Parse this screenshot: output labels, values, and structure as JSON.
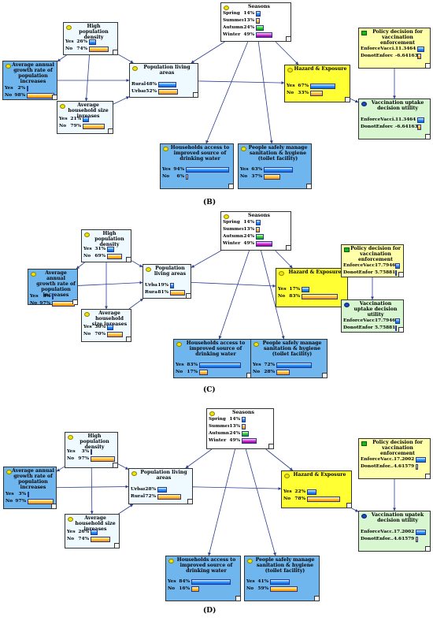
{
  "panels": [
    {
      "label": "(B)",
      "nodes": [
        {
          "id": "hpd",
          "title": "High population density",
          "bg": "#eefaff",
          "dot": "yellow",
          "states": [
            {
              "l": "Yes",
              "v": "26%",
              "f": 0.26
            },
            {
              "l": "No",
              "v": "74%",
              "f": 0.74
            }
          ]
        },
        {
          "id": "agr",
          "title": "Average annual growth rate of population increases",
          "bg": "#6fb6ee",
          "dot": "yellow",
          "states": [
            {
              "l": "Yes",
              "v": "2%",
              "f": 0.02
            },
            {
              "l": "No",
              "v": "98%",
              "f": 0.98
            }
          ]
        },
        {
          "id": "ahs",
          "title": "Average household size inreases",
          "bg": "#eefaff",
          "dot": "yellow",
          "states": [
            {
              "l": "Yes",
              "v": "21%",
              "f": 0.21
            },
            {
              "l": "No",
              "v": "79%",
              "f": 0.79
            }
          ]
        },
        {
          "id": "pla",
          "title": "Population living areas",
          "bg": "#eefaff",
          "dot": "yellow",
          "states": [
            {
              "l": "Rural",
              "v": "48%",
              "f": 0.48
            },
            {
              "l": "Urban",
              "v": "52%",
              "f": 0.52
            }
          ]
        },
        {
          "id": "sea",
          "title": "Seasons",
          "bg": "#ffffff",
          "dot": "yellow",
          "states": [
            {
              "l": "Spring",
              "v": "14%",
              "f": 0.14
            },
            {
              "l": "Summer",
              "v": "13%",
              "f": 0.13
            },
            {
              "l": "Autumn",
              "v": "24%",
              "f": 0.24
            },
            {
              "l": "Winter",
              "v": "49%",
              "f": 0.49
            }
          ]
        },
        {
          "id": "haz",
          "title": "Hazard & Exposure",
          "bg": "#ffff33",
          "dot": "yellow",
          "states": [
            {
              "l": "Yes",
              "v": "67%",
              "f": 0.67
            },
            {
              "l": "No",
              "v": "33%",
              "f": 0.33
            }
          ]
        },
        {
          "id": "pol",
          "title": "Policy decision for vaccination enforcement",
          "bg": "#ffffaa",
          "dot": "square",
          "states": [
            {
              "l": "EnforceVacci...",
              "v": "11.3464",
              "f": 0.64
            },
            {
              "l": "DonotEnforc ...",
              "v": "-6.64163",
              "f": 0.36
            }
          ]
        },
        {
          "id": "vac",
          "title": "Vaccination uptake decision utility",
          "bg": "#d8f7d0",
          "dot": "blue",
          "states": [
            {
              "l": "EnforceVacci...",
              "v": "11.3464",
              "f": 0.64
            },
            {
              "l": "DonotEnforc ...",
              "v": "-6.64163",
              "f": 0.36
            }
          ]
        },
        {
          "id": "hhw",
          "title": "Households access to improved source of drinking water",
          "bg": "#6fb6ee",
          "dot": "yellow",
          "states": [
            {
              "l": "Yes",
              "v": "94%",
              "f": 0.94
            },
            {
              "l": "No",
              "v": "6%",
              "f": 0.06
            }
          ]
        },
        {
          "id": "san",
          "title": "People safely manage sanitation & hygiene (toilet facility)",
          "bg": "#6fb6ee",
          "dot": "yellow",
          "states": [
            {
              "l": "Yes",
              "v": "63%",
              "f": 0.63
            },
            {
              "l": "No",
              "v": "37%",
              "f": 0.37
            }
          ]
        }
      ]
    },
    {
      "label": "(C)",
      "nodes": [
        {
          "id": "hpd",
          "title": "High population density",
          "bg": "#eefaff",
          "dot": "yellow",
          "states": [
            {
              "l": "Yes",
              "v": "31%",
              "f": 0.31
            },
            {
              "l": "No",
              "v": "69%",
              "f": 0.69
            }
          ]
        },
        {
          "id": "agr",
          "title": "Average annual growth rate of population increases",
          "bg": "#6fb6ee",
          "dot": "yellow",
          "states": [
            {
              "l": "Yes",
              "v": "3%",
              "f": 0.03
            },
            {
              "l": "No",
              "v": "97%",
              "f": 0.97
            }
          ]
        },
        {
          "id": "ahs",
          "title": "Average household size inreases",
          "bg": "#eefaff",
          "dot": "yellow",
          "states": [
            {
              "l": "Yes",
              "v": "30%",
              "f": 0.3
            },
            {
              "l": "No",
              "v": "70%",
              "f": 0.7
            }
          ]
        },
        {
          "id": "pla",
          "title": "Population living areas",
          "bg": "#eefaff",
          "dot": "yellow",
          "states": [
            {
              "l": "Urban",
              "v": "19%",
              "f": 0.19
            },
            {
              "l": "Rural",
              "v": "81%",
              "f": 0.81
            }
          ]
        },
        {
          "id": "sea",
          "title": "Seasons",
          "bg": "#ffffff",
          "dot": "yellow",
          "states": [
            {
              "l": "Spring",
              "v": "14%",
              "f": 0.14
            },
            {
              "l": "Summer",
              "v": "13%",
              "f": 0.13
            },
            {
              "l": "Autumn",
              "v": "24%",
              "f": 0.24
            },
            {
              "l": "Winter",
              "v": "49%",
              "f": 0.49
            }
          ]
        },
        {
          "id": "haz",
          "title": "Hazard & Exposure",
          "bg": "#ffff33",
          "dot": "yellow",
          "states": [
            {
              "l": "Yes",
              "v": "17%",
              "f": 0.17
            },
            {
              "l": "No",
              "v": "83%",
              "f": 0.83
            }
          ]
        },
        {
          "id": "pol",
          "title": "Policy decision for vaccination enforcement",
          "bg": "#ffffaa",
          "dot": "square",
          "states": [
            {
              "l": "EnforceVacc ...",
              "v": "17.7946",
              "f": 0.76
            },
            {
              "l": "DonotEnfor ...",
              "v": "5.75881",
              "f": 0.24
            }
          ]
        },
        {
          "id": "vac",
          "title": "Vaccination uptake decision utility",
          "bg": "#d8f7d0",
          "dot": "blue",
          "states": [
            {
              "l": "EnforceVacc ...",
              "v": "17.7946",
              "f": 0.76
            },
            {
              "l": "DonotEnfor ...",
              "v": "5.75881",
              "f": 0.24
            }
          ]
        },
        {
          "id": "hhw",
          "title": "Households access to improved source of drinking water",
          "bg": "#6fb6ee",
          "dot": "yellow",
          "states": [
            {
              "l": "Yes",
              "v": "83%",
              "f": 0.83
            },
            {
              "l": "No",
              "v": "17%",
              "f": 0.17
            }
          ]
        },
        {
          "id": "san",
          "title": "People safely manage sanitation & hygiene (toilet facility)",
          "bg": "#6fb6ee",
          "dot": "yellow",
          "states": [
            {
              "l": "Yes",
              "v": "72%",
              "f": 0.72
            },
            {
              "l": "No",
              "v": "28%",
              "f": 0.28
            }
          ]
        }
      ]
    },
    {
      "label": "(D)",
      "nodes": [
        {
          "id": "hpd",
          "title": "High population density",
          "bg": "#eefaff",
          "dot": "yellow",
          "states": [
            {
              "l": "Yes",
              "v": "3%",
              "f": 0.03
            },
            {
              "l": "No",
              "v": "97%",
              "f": 0.97
            }
          ]
        },
        {
          "id": "agr",
          "title": "Average annual growth rate of population increases",
          "bg": "#6fb6ee",
          "dot": "yellow",
          "states": [
            {
              "l": "Yes",
              "v": "3%",
              "f": 0.03
            },
            {
              "l": "No",
              "v": "97%",
              "f": 0.97
            }
          ]
        },
        {
          "id": "ahs",
          "title": "Average household size inreases",
          "bg": "#eefaff",
          "dot": "yellow",
          "states": [
            {
              "l": "Yes",
              "v": "26%",
              "f": 0.26
            },
            {
              "l": "No",
              "v": "74%",
              "f": 0.74
            }
          ]
        },
        {
          "id": "pla",
          "title": "Population living areas",
          "bg": "#eefaff",
          "dot": "yellow",
          "states": [
            {
              "l": "Urban",
              "v": "28%",
              "f": 0.28
            },
            {
              "l": "Rural",
              "v": "72%",
              "f": 0.72
            }
          ]
        },
        {
          "id": "sea",
          "title": "Seasons",
          "bg": "#ffffff",
          "dot": "yellow",
          "states": [
            {
              "l": "Spring",
              "v": "14%",
              "f": 0.14
            },
            {
              "l": "Summer",
              "v": "13%",
              "f": 0.13
            },
            {
              "l": "Autumn",
              "v": "24%",
              "f": 0.24
            },
            {
              "l": "Winter",
              "v": "49%",
              "f": 0.49
            }
          ]
        },
        {
          "id": "haz",
          "title": "Hazard & Exposure",
          "bg": "#ffff33",
          "dot": "yellow",
          "states": [
            {
              "l": "Yes",
              "v": "22%",
              "f": 0.22
            },
            {
              "l": "No",
              "v": "78%",
              "f": 0.78
            }
          ]
        },
        {
          "id": "pol",
          "title": "Policy decision for vaccination enforcement",
          "bg": "#ffffaa",
          "dot": "square",
          "states": [
            {
              "l": "EnforceVacc...",
              "v": "17.2002",
              "f": 0.79
            },
            {
              "l": "DonotEnfor...",
              "v": "4.61579",
              "f": 0.21
            }
          ]
        },
        {
          "id": "vac",
          "title": "Vaccination upatek decision utility",
          "bg": "#d8f7d0",
          "dot": "blue",
          "states": [
            {
              "l": "EnforceVacc...",
              "v": "17.2002",
              "f": 0.79
            },
            {
              "l": "DonotEnfor...",
              "v": "4.61579",
              "f": 0.21
            }
          ]
        },
        {
          "id": "hhw",
          "title": "Households access to improved source of drinking water",
          "bg": "#6fb6ee",
          "dot": "yellow",
          "states": [
            {
              "l": "Yes",
              "v": "84%",
              "f": 0.84
            },
            {
              "l": "No",
              "v": "16%",
              "f": 0.16
            }
          ]
        },
        {
          "id": "san",
          "title": "People safely manage sanitation & hygiene (toilet facility)",
          "bg": "#6fb6ee",
          "dot": "yellow",
          "states": [
            {
              "l": "Yes",
              "v": "41%",
              "f": 0.41
            },
            {
              "l": "No",
              "v": "59%",
              "f": 0.59
            }
          ]
        }
      ]
    }
  ],
  "edges": [
    [
      "hpd",
      "agr"
    ],
    [
      "hpd",
      "ahs"
    ],
    [
      "hpd",
      "pla"
    ],
    [
      "agr",
      "pla"
    ],
    [
      "ahs",
      "pla"
    ],
    [
      "sea",
      "pla"
    ],
    [
      "sea",
      "haz"
    ],
    [
      "sea",
      "hhw"
    ],
    [
      "sea",
      "san"
    ],
    [
      "pla",
      "haz"
    ],
    [
      "haz",
      "vac"
    ],
    [
      "pol",
      "vac"
    ]
  ],
  "colors": {
    "edge": "#2b3d8f",
    "bar_primary": "#0b5fe0",
    "bar_secondary": "#ff8a00",
    "season_green": "#0c9b0c",
    "season_purple": "#8a008a",
    "hazard_yellow": "#ffff33"
  }
}
